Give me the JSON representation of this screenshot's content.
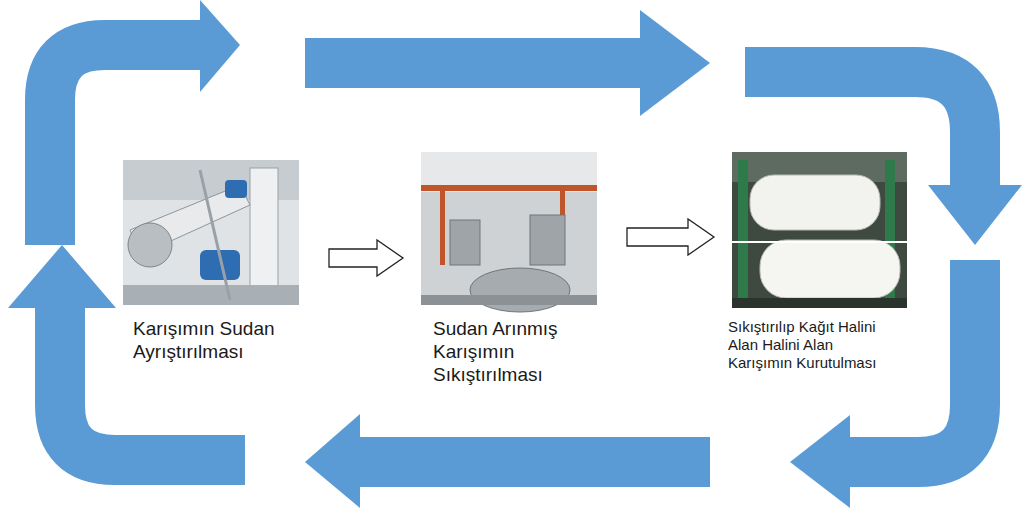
{
  "diagram": {
    "nodes": [
      {
        "text": [
          "Karışımın Sudan Ayrıştırılması"
        ]
      },
      {
        "text": [
          "Sudan Arınmış Karışımın Sıkıştırılması"
        ]
      },
      {
        "text": [
          "Sıkıştırılıp Kağıt Halini Alan Halini Alan Karışımın Kurutulması"
        ]
      }
    ],
    "edges": [
      {
        "from": 0,
        "to": 1,
        "arrow": "to"
      },
      {
        "from": 1,
        "to": 2,
        "arrow": "to"
      }
    ]
  }
}
